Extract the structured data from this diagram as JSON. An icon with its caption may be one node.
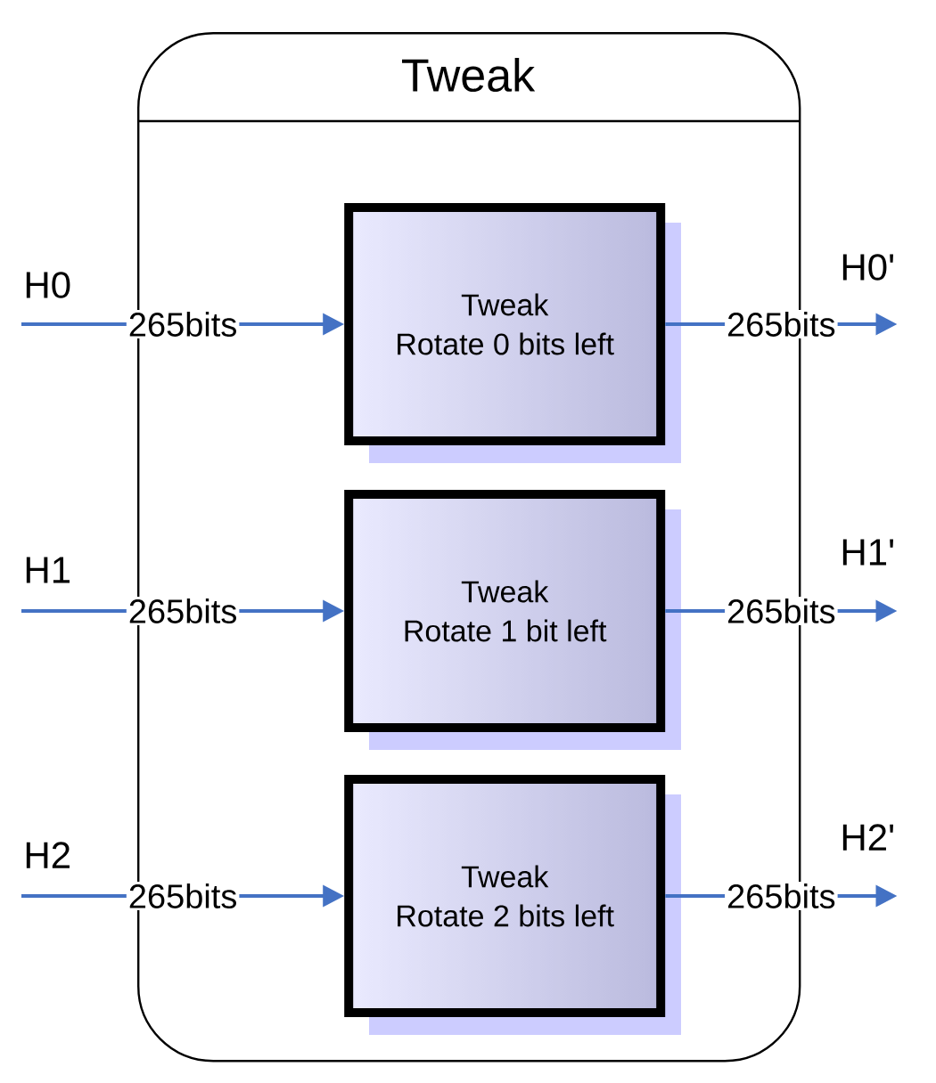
{
  "diagram": {
    "nodes": [
      {
        "text": [
          "Tweak"
        ]
      },
      {
        "text": [
          "Tweak",
          "Rotate 0 bits left"
        ],
        "in": 0
      },
      {
        "text": [
          "Tweak",
          "Rotate 1 bit left"
        ],
        "in": 0
      },
      {
        "text": [
          "Tweak",
          "Rotate 2 bits left"
        ],
        "in": 0
      },
      {
        "text": [
          "H0"
        ]
      },
      {
        "text": [
          "H1"
        ]
      },
      {
        "text": [
          "H2"
        ]
      },
      {
        "text": [
          "H0'"
        ]
      },
      {
        "text": [
          "H1'"
        ]
      },
      {
        "text": [
          "H2'"
        ]
      }
    ],
    "edges": [
      {
        "from": 4,
        "to": 1,
        "arrow": "to",
        "label": "265bits"
      },
      {
        "from": 1,
        "to": 7,
        "arrow": "to",
        "label": "265bits"
      },
      {
        "from": 5,
        "to": 2,
        "arrow": "to",
        "label": "265bits"
      },
      {
        "from": 2,
        "to": 8,
        "arrow": "to",
        "label": "265bits"
      },
      {
        "from": 6,
        "to": 3,
        "arrow": "to",
        "label": "265bits"
      },
      {
        "from": 3,
        "to": 9,
        "arrow": "to",
        "label": "265bits"
      }
    ]
  }
}
